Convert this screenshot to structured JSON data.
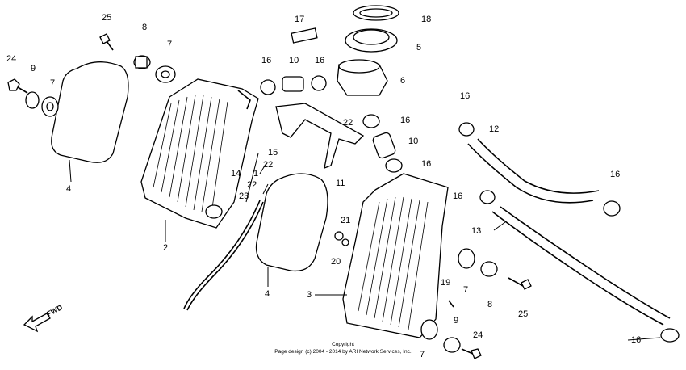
{
  "labels": {
    "l1": "1",
    "l2": "2",
    "l3": "3",
    "l4a": "4",
    "l4b": "4",
    "l5": "5",
    "l6": "6",
    "l7a": "7",
    "l7b": "7",
    "l7c": "7",
    "l7d": "7",
    "l8a": "8",
    "l8b": "8",
    "l9a": "9",
    "l9b": "9",
    "l10a": "10",
    "l10b": "10",
    "l11": "11",
    "l12": "12",
    "l13": "13",
    "l14": "14",
    "l15": "15",
    "l16a": "16",
    "l16b": "16",
    "l16c": "16",
    "l16d": "16",
    "l16e": "16",
    "l16f": "16",
    "l16g": "16",
    "l16h": "16",
    "l17": "17",
    "l18": "18",
    "l19": "19",
    "l20": "20",
    "l21": "21",
    "l22a": "22",
    "l22b": "22",
    "l22c": "22",
    "l23": "23",
    "l24a": "24",
    "l24b": "24",
    "l25a": "25",
    "l25b": "25"
  },
  "fwd": "FWD",
  "copyright": {
    "line1": "Copyright",
    "line2": "Page design (c) 2004 - 2014 by ARI Network Services, Inc."
  }
}
